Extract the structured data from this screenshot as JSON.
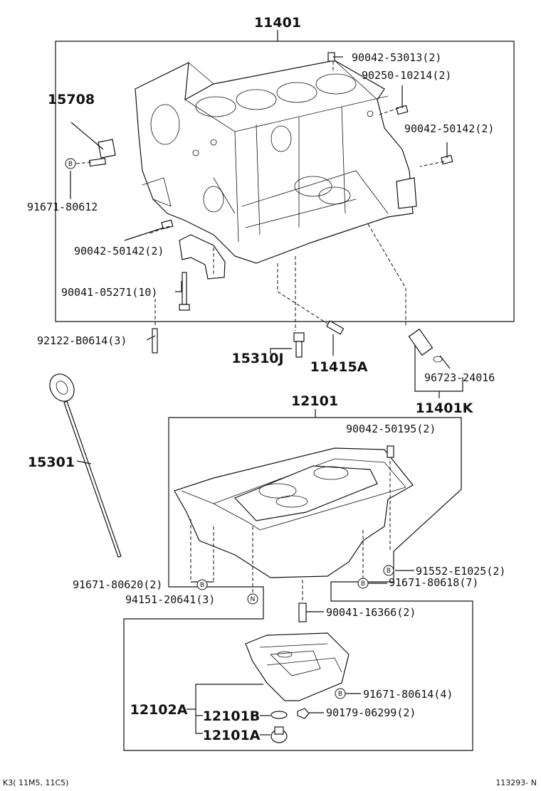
{
  "groups": {
    "block": "11401",
    "oil_pan": "12101",
    "pump_kit": "11401K"
  },
  "labels": {
    "p15708": "15708",
    "p15301": "15301",
    "p15310J": "15310J",
    "p11415A": "11415A",
    "p12102A": "12102A",
    "p12101B": "12101B",
    "p12101A": "12101A",
    "p90042_53013": "90042-53013(2)",
    "p90250_10214": "90250-10214(2)",
    "p90042_50142_r": "90042-50142(2)",
    "p91671_80612": "91671-80612",
    "p90042_50142_l": "90042-50142(2)",
    "p90041_05271": "90041-05271(10)",
    "p92122_B0614": "92122-B0614(3)",
    "p96723_24016": "96723-24016",
    "p90042_50195": "90042-50195(2)",
    "p91552_E1025": "91552-E1025(2)",
    "p91671_80620": "91671-80620(2)",
    "p94151_20641": "94151-20641(3)",
    "p91671_80618": "91671-80618(7)",
    "p90041_16366": "90041-16366(2)",
    "p91671_80614": "91671-80614(4)",
    "p90179_06299": "90179-06299(2)"
  },
  "markers": {
    "b": "B",
    "n": "N"
  },
  "footer": {
    "left": "K3( 11M5, 11C5)",
    "right": "113293- N"
  }
}
